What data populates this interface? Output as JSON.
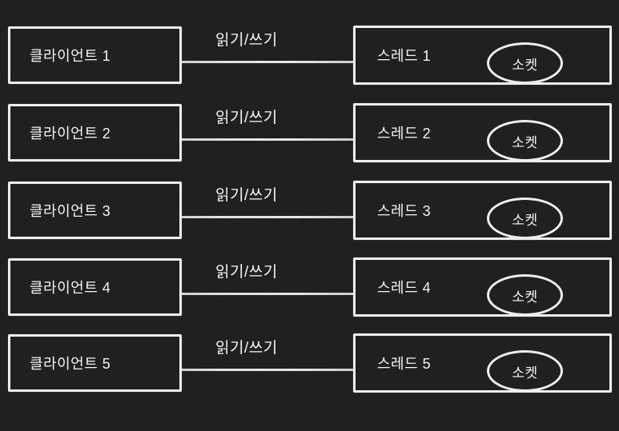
{
  "diagram": {
    "title": "client-thread-socket-diagram",
    "colors": {
      "background": "#221f1f",
      "box_border": "#f0eeec",
      "connector_line": "#d8d6d4",
      "connector_dot": "#a9a7a5",
      "text": "#f7f5f3"
    },
    "rows": [
      {
        "client": "클라이언트 1",
        "rw": "읽기/쓰기",
        "thread": "스레드 1",
        "socket": "소켓"
      },
      {
        "client": "클라이언트 2",
        "rw": "읽기/쓰기",
        "thread": "스레드 2",
        "socket": "소켓"
      },
      {
        "client": "클라이언트 3",
        "rw": "읽기/쓰기",
        "thread": "스레드 3",
        "socket": "소켓"
      },
      {
        "client": "클라이언트 4",
        "rw": "읽기/쓰기",
        "thread": "스레드 4",
        "socket": "소켓"
      },
      {
        "client": "클라이언트 5",
        "rw": "읽기/쓰기",
        "thread": "스레드 5",
        "socket": "소켓"
      }
    ]
  }
}
